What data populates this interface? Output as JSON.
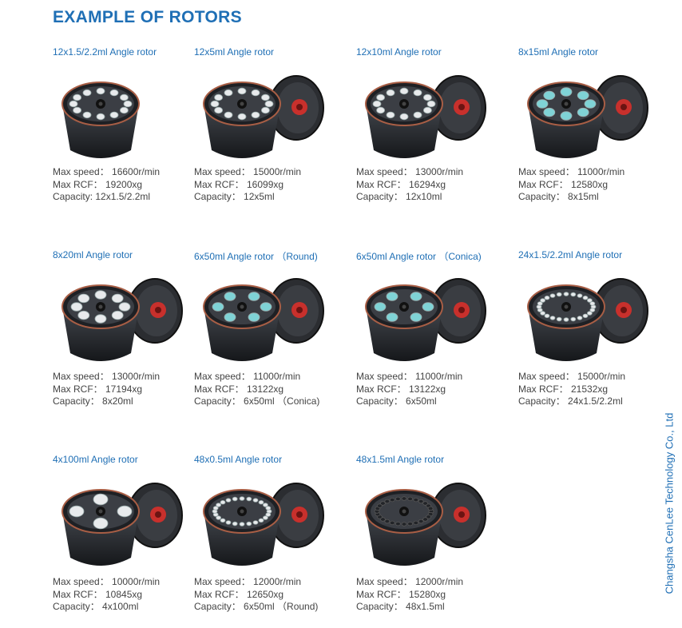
{
  "title": "EXAMPLE OF ROTORS",
  "company": "Changsha CenLee Technology Co., Ltd",
  "rotors": [
    {
      "name": "12x1.5/2.2ml Angle rotor",
      "speed": "Max speed： 16600r/min",
      "rcf": "Max RCF： 19200xg",
      "capacity": "Capacity:  12x1.5/2.2ml",
      "tube": "white",
      "lid": false,
      "count": 12
    },
    {
      "name": "12x5ml Angle rotor",
      "speed": "Max speed： 15000r/min",
      "rcf": "Max RCF： 16099xg",
      "capacity": "Capacity： 12x5ml",
      "tube": "white",
      "lid": true,
      "count": 12
    },
    {
      "name": "12x10ml Angle rotor",
      "speed": "Max speed： 13000r/min",
      "rcf": "Max RCF： 16294xg",
      "capacity": "Capacity： 12x10ml",
      "tube": "white",
      "lid": true,
      "count": 12
    },
    {
      "name": "8x15ml Angle rotor",
      "speed": "Max speed： 11000r/min",
      "rcf": "Max RCF： 12580xg",
      "capacity": "Capacity： 8x15ml",
      "tube": "cyan",
      "lid": true,
      "count": 8
    },
    {
      "name": "8x20ml Angle rotor",
      "speed": "Max speed： 13000r/min",
      "rcf": "Max RCF： 17194xg",
      "capacity": "Capacity： 8x20ml",
      "tube": "white",
      "lid": true,
      "count": 8
    },
    {
      "name": "6x50ml Angle rotor （Round)",
      "speed": "Max speed： 11000r/min",
      "rcf": "Max RCF： 13122xg",
      "capacity": "Capacity： 6x50ml （Conica)",
      "tube": "cyan",
      "lid": true,
      "count": 6
    },
    {
      "name": "6x50ml Angle rotor （Conica)",
      "speed": "Max speed： 11000r/min",
      "rcf": "Max RCF： 13122xg",
      "capacity": "Capacity： 6x50ml",
      "tube": "cyan",
      "lid": true,
      "count": 6
    },
    {
      "name": "24x1.5/2.2ml Angle rotor",
      "speed": "Max speed： 15000r/min",
      "rcf": "Max RCF： 21532xg",
      "capacity": "Capacity： 24x1.5/2.2ml",
      "tube": "white",
      "lid": true,
      "count": 24
    },
    {
      "name": "4x100ml Angle rotor",
      "speed": "Max speed： 10000r/min",
      "rcf": "Max RCF： 10845xg",
      "capacity": "Capacity： 4x100ml",
      "tube": "white",
      "lid": true,
      "count": 4
    },
    {
      "name": "48x0.5ml Angle rotor",
      "speed": "Max speed： 12000r/min",
      "rcf": "Max RCF： 12650xg",
      "capacity": "Capacity： 6x50ml （Round)",
      "tube": "white",
      "lid": true,
      "count": 24
    },
    {
      "name": "48x1.5ml Angle rotor",
      "speed": "Max speed： 12000r/min",
      "rcf": "Max RCF： 15280xg",
      "capacity": "Capacity： 48x1.5ml",
      "tube": "black",
      "lid": true,
      "count": 28
    }
  ]
}
